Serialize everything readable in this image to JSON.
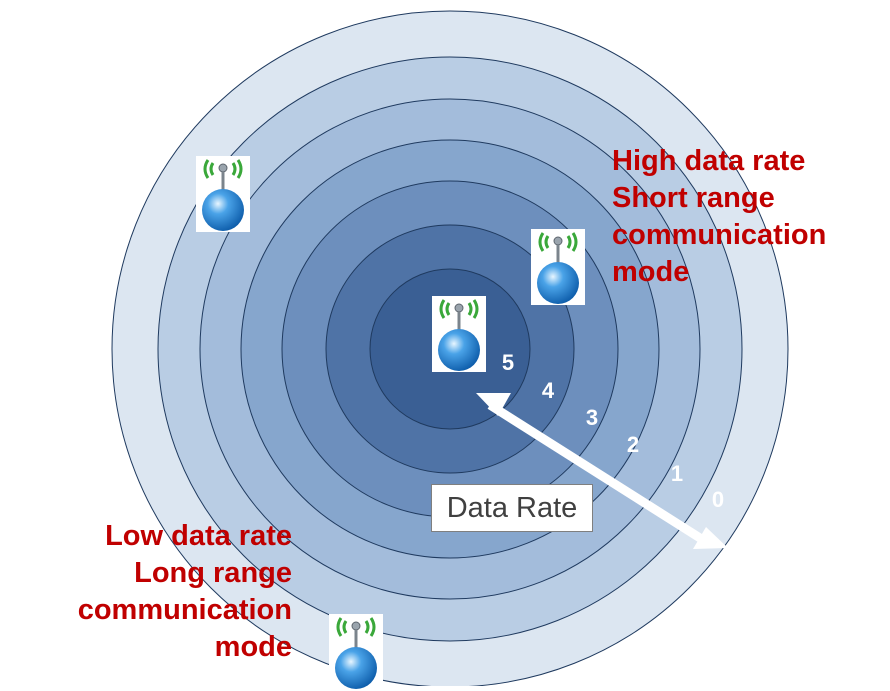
{
  "diagram": {
    "levels": [
      "5",
      "4",
      "3",
      "2",
      "1",
      "0"
    ],
    "axis_label": "Data Rate",
    "high_label_lines": [
      "High data rate",
      "Short range",
      "communication",
      "mode"
    ],
    "low_label_lines": [
      "Low data rate",
      "Long range",
      "communication",
      "mode"
    ],
    "devices": [
      "center-device",
      "mid-device",
      "outer-device",
      "edge-device"
    ],
    "ring_colors": [
      "#dce6f1",
      "#b9cde4",
      "#a3bcdb",
      "#86a6cd",
      "#6d8fbd",
      "#4f73a6",
      "#3a5f94"
    ],
    "label_color": "#c00000",
    "icon": "wireless-globe-icon"
  }
}
